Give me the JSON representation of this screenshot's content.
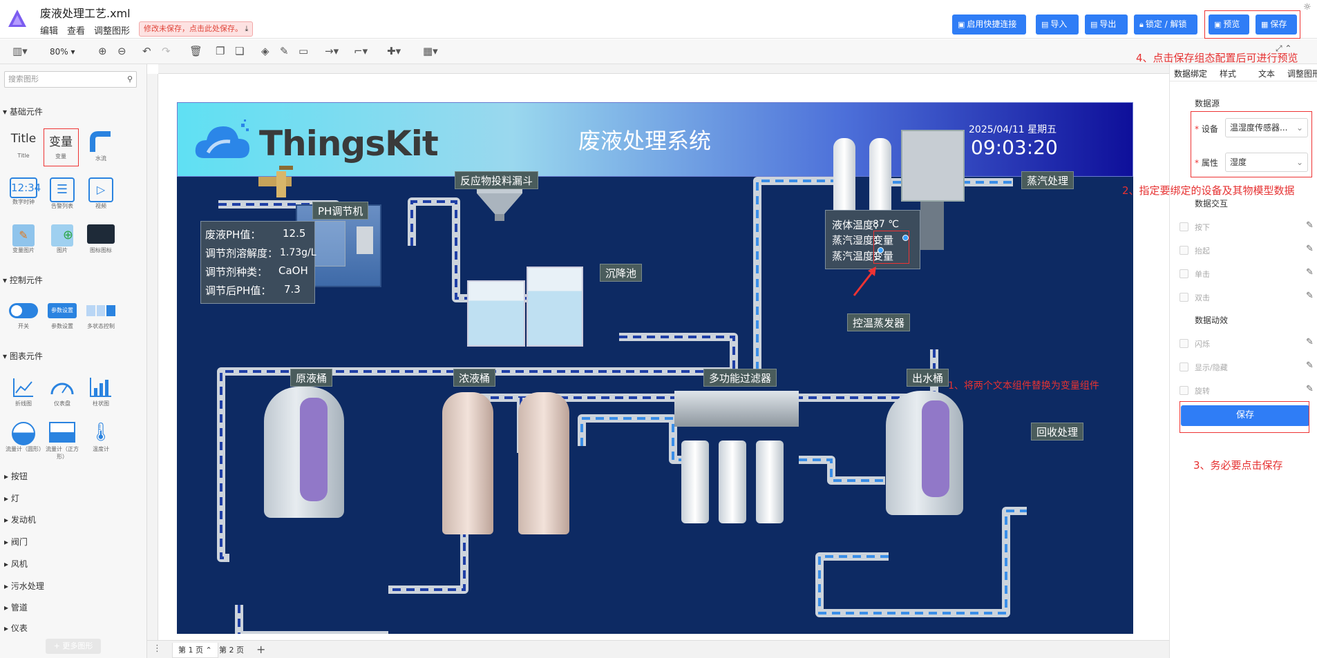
{
  "app": {
    "filename": "废液处理工艺.xml",
    "menus": [
      "编辑",
      "查看",
      "调整图形"
    ],
    "unsaved_notice": "修改未保存，点击此处保存。"
  },
  "header_buttons": {
    "quick_connect": "启用快捷连接",
    "import": "导入",
    "export": "导出",
    "lock": "锁定 / 解锁",
    "preview": "预览",
    "save": "保存"
  },
  "toolbar": {
    "zoom": "80%"
  },
  "left": {
    "search_placeholder": "搜索图形",
    "sections": {
      "basic": "基础元件",
      "control": "控制元件",
      "chart": "图表元件"
    },
    "basic_items": [
      {
        "icon": "Title",
        "label": "Title"
      },
      {
        "icon": "变量",
        "label": "变量"
      },
      {
        "icon": "",
        "label": "水流"
      },
      {
        "icon": "12:34",
        "label": "数字时钟"
      },
      {
        "icon": "",
        "label": "告警列表"
      },
      {
        "icon": "",
        "label": "视频"
      },
      {
        "icon": "",
        "label": "变量图片"
      },
      {
        "icon": "",
        "label": "图片"
      },
      {
        "icon": "",
        "label": "图标图标"
      }
    ],
    "control_items": [
      {
        "icon": "",
        "label": "开关"
      },
      {
        "icon": "参数设置",
        "label": "参数设置"
      },
      {
        "icon": "",
        "label": "多状态控制"
      }
    ],
    "chart_items": [
      {
        "icon": "",
        "label": "折线图"
      },
      {
        "icon": "",
        "label": "仪表盘"
      },
      {
        "icon": "",
        "label": "柱状图"
      },
      {
        "icon": "",
        "label": "流量计（圆形）"
      },
      {
        "icon": "",
        "label": "流量计（正方形）"
      },
      {
        "icon": "",
        "label": "温度计"
      }
    ],
    "categories": [
      "按钮",
      "灯",
      "发动机",
      "阀门",
      "风机",
      "污水处理",
      "管道",
      "仪表"
    ],
    "more_shapes": "+ 更多图形"
  },
  "diagram": {
    "brand": "ThingsKit",
    "title": "废液处理系统",
    "date": "2025/04/11 星期五",
    "time": "09:03:20",
    "labels": {
      "ph_adjuster": "PH调节机",
      "feed_hopper": "反应物投料漏斗",
      "settling_tank": "沉降池",
      "steam_treatment": "蒸汽处理",
      "temp_evaporator": "控温蒸发器",
      "raw_tank": "原液桶",
      "concentrate_tank": "浓液桶",
      "filter": "多功能过滤器",
      "outlet_tank": "出水桶",
      "recovery": "回收处理"
    },
    "ph_info": [
      {
        "k": "废液PH值：",
        "v": "12.5"
      },
      {
        "k": "调节剂溶解度：",
        "v": "1.73g/L"
      },
      {
        "k": "调节剂种类：",
        "v": "CaOH"
      },
      {
        "k": "调节后PH值：",
        "v": "7.3"
      }
    ],
    "steam_info": [
      {
        "k": "液体温度：",
        "v": "87 ℃"
      },
      {
        "k": "蒸汽湿度：",
        "v": "变量"
      },
      {
        "k": "蒸汽温度：",
        "v": "变量"
      }
    ]
  },
  "annotations": {
    "a1": "1、将两个文本组件替换为变量组件",
    "a2": "2、指定要绑定的设备及其物模型数据",
    "a3": "3、务必要点击保存",
    "a4": "4、点击保存组态配置后可进行预览"
  },
  "pages": {
    "p1": "第 1 页",
    "p2": "第 2 页"
  },
  "right": {
    "tabs": [
      "数据绑定",
      "样式",
      "文本",
      "调整图形"
    ],
    "data_source": "数据源",
    "device_label": "设备",
    "device_value": "温湿度传感器...",
    "attr_label": "属性",
    "attr_value": "湿度",
    "interaction": "数据交互",
    "interaction_items": [
      "按下",
      "抬起",
      "单击",
      "双击"
    ],
    "animation": "数据动效",
    "animation_items": [
      "闪烁",
      "显示/隐藏",
      "旋转"
    ],
    "save": "保存"
  },
  "colors": {
    "accent": "#2f7df6",
    "annotation": "#e63232",
    "canvas_bg": "#0d2a63"
  }
}
